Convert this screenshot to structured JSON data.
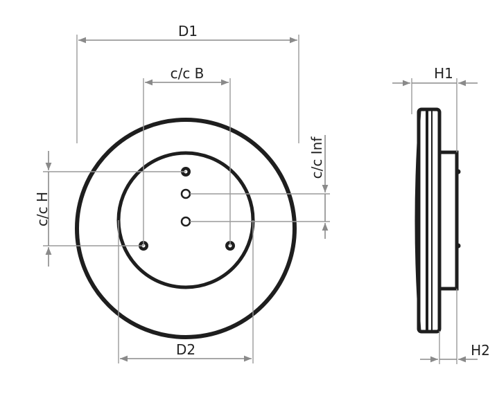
{
  "labels": {
    "d1": "D1",
    "cc_b": "c/c B",
    "cc_inf": "c/c Inf",
    "cc_h": "c/c H",
    "d2": "D2",
    "h1": "H1",
    "h2": "H2"
  },
  "colors": {
    "outline": "#1e1e1e",
    "dimension": "#8a8a8a",
    "background": "#ffffff"
  }
}
